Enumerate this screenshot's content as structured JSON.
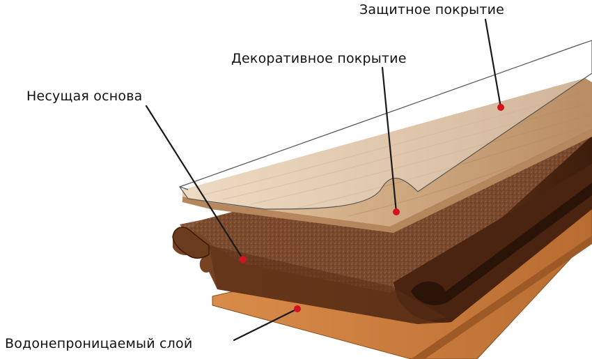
{
  "labels": {
    "protective": "Защитное покрытие",
    "decorative": "Декоративное покрытие",
    "core": "Несущая основа",
    "waterproof": "Водонепроницаемый слой"
  },
  "colors": {
    "background": "#ffffff",
    "leader_line": "#1a1a1a",
    "marker_dot": "#d4121f",
    "wood_top": "#c9a27a",
    "core_board": "#6b3b1d",
    "core_texture": "#8a5a3a",
    "backing_layer": "#c77a3b"
  }
}
